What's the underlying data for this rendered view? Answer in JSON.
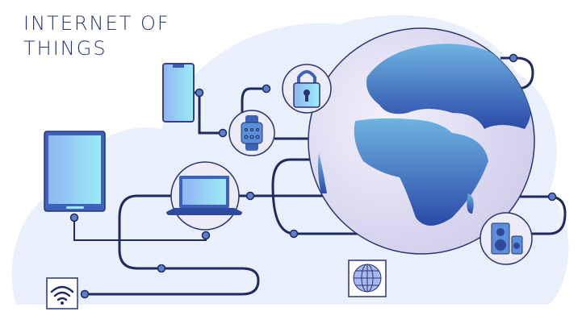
{
  "title": {
    "line1": "INTERNET OF",
    "line2": "THINGS"
  },
  "colors": {
    "line": "#1f2a5e",
    "cloud": "#eaf0fb",
    "globe_ocean": "#e6e4f5",
    "globe_land": "#3c6fc4",
    "device": "#8fd3f5"
  },
  "icons": [
    "smartphone-icon",
    "tablet-icon",
    "laptop-icon",
    "padlock-icon",
    "smartwatch-icon",
    "speaker-icon",
    "wifi-icon",
    "globe-icon",
    "earth-globe"
  ]
}
